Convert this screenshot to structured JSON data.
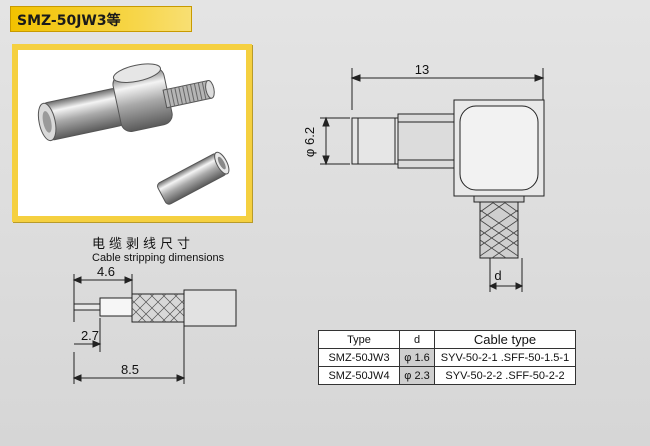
{
  "header": {
    "title": "SMZ-50JW3等"
  },
  "drawing_main": {
    "length_label": "13",
    "diameter_label": "φ 6.2",
    "d_label": "d"
  },
  "stripping": {
    "title_cn": "电缆剥线尺寸",
    "title_en": "Cable stripping dimensions",
    "dim_a": "4.6",
    "dim_b": "2.7",
    "dim_c": "8.5"
  },
  "table": {
    "headers": [
      "Type",
      "d",
      "Cable type"
    ],
    "rows": [
      {
        "type": "SMZ-50JW3",
        "d": "φ 1.6",
        "cable": "SYV-50-2-1 .SFF-50-1.5-1"
      },
      {
        "type": "SMZ-50JW4",
        "d": "φ 2.3",
        "cable": "SYV-50-2-2 .SFF-50-2-2"
      }
    ]
  },
  "colors": {
    "header_bg": "#f2c200",
    "photo_border": "#f5d040"
  }
}
